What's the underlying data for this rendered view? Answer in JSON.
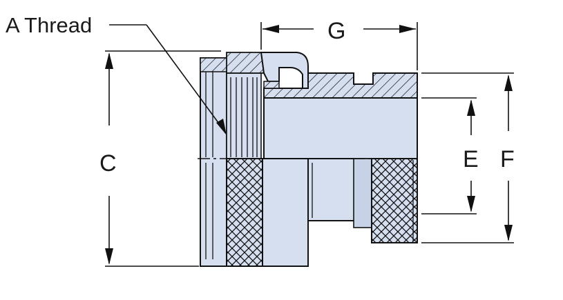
{
  "labels": {
    "a_thread": "A Thread",
    "g": "G",
    "c": "C",
    "e": "E",
    "f": "F"
  },
  "colors": {
    "body_fill": "#d6dff0",
    "body_fill_dark": "#c7d2e6",
    "outline": "#111111",
    "background": "#ffffff"
  }
}
